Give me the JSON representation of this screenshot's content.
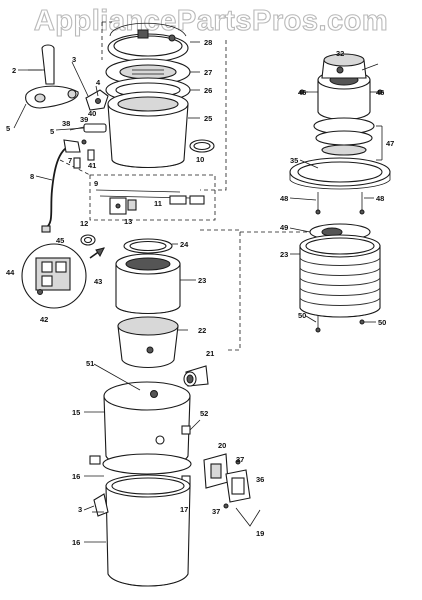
{
  "watermark": "AppliancePartsPros.com",
  "diagram": {
    "callouts": [
      {
        "id": "c2",
        "text": "2"
      },
      {
        "id": "c3a",
        "text": "3"
      },
      {
        "id": "c4",
        "text": "4"
      },
      {
        "id": "c5a",
        "text": "5"
      },
      {
        "id": "c5b",
        "text": "5"
      },
      {
        "id": "c38",
        "text": "38"
      },
      {
        "id": "c39",
        "text": "39"
      },
      {
        "id": "c40",
        "text": "40"
      },
      {
        "id": "c7",
        "text": "7"
      },
      {
        "id": "c41",
        "text": "41"
      },
      {
        "id": "c8",
        "text": "8"
      },
      {
        "id": "c9",
        "text": "9"
      },
      {
        "id": "c11",
        "text": "11"
      },
      {
        "id": "c12",
        "text": "12"
      },
      {
        "id": "c13",
        "text": "13"
      },
      {
        "id": "c45",
        "text": "45"
      },
      {
        "id": "c44",
        "text": "44"
      },
      {
        "id": "c43",
        "text": "43"
      },
      {
        "id": "c42",
        "text": "42"
      },
      {
        "id": "c28",
        "text": "28"
      },
      {
        "id": "c27",
        "text": "27"
      },
      {
        "id": "c26",
        "text": "26"
      },
      {
        "id": "c25",
        "text": "25"
      },
      {
        "id": "c10",
        "text": "10"
      },
      {
        "id": "c24",
        "text": "24"
      },
      {
        "id": "c23a",
        "text": "23"
      },
      {
        "id": "c22",
        "text": "22"
      },
      {
        "id": "c21",
        "text": "21"
      },
      {
        "id": "c51",
        "text": "51"
      },
      {
        "id": "c15",
        "text": "15"
      },
      {
        "id": "c52",
        "text": "52"
      },
      {
        "id": "c20",
        "text": "20"
      },
      {
        "id": "c16a",
        "text": "16"
      },
      {
        "id": "c37a",
        "text": "37"
      },
      {
        "id": "c36",
        "text": "36"
      },
      {
        "id": "c37b",
        "text": "37"
      },
      {
        "id": "c17",
        "text": "17"
      },
      {
        "id": "c19",
        "text": "19"
      },
      {
        "id": "c3b",
        "text": "3"
      },
      {
        "id": "c16b",
        "text": "16"
      },
      {
        "id": "c32",
        "text": "32"
      },
      {
        "id": "c46a",
        "text": "46"
      },
      {
        "id": "c46b",
        "text": "46"
      },
      {
        "id": "c47",
        "text": "47"
      },
      {
        "id": "c35",
        "text": "35"
      },
      {
        "id": "c48a",
        "text": "48"
      },
      {
        "id": "c48b",
        "text": "48"
      },
      {
        "id": "c49",
        "text": "49"
      },
      {
        "id": "c23b",
        "text": "23"
      },
      {
        "id": "c50a",
        "text": "50"
      },
      {
        "id": "c50b",
        "text": "50"
      }
    ]
  }
}
